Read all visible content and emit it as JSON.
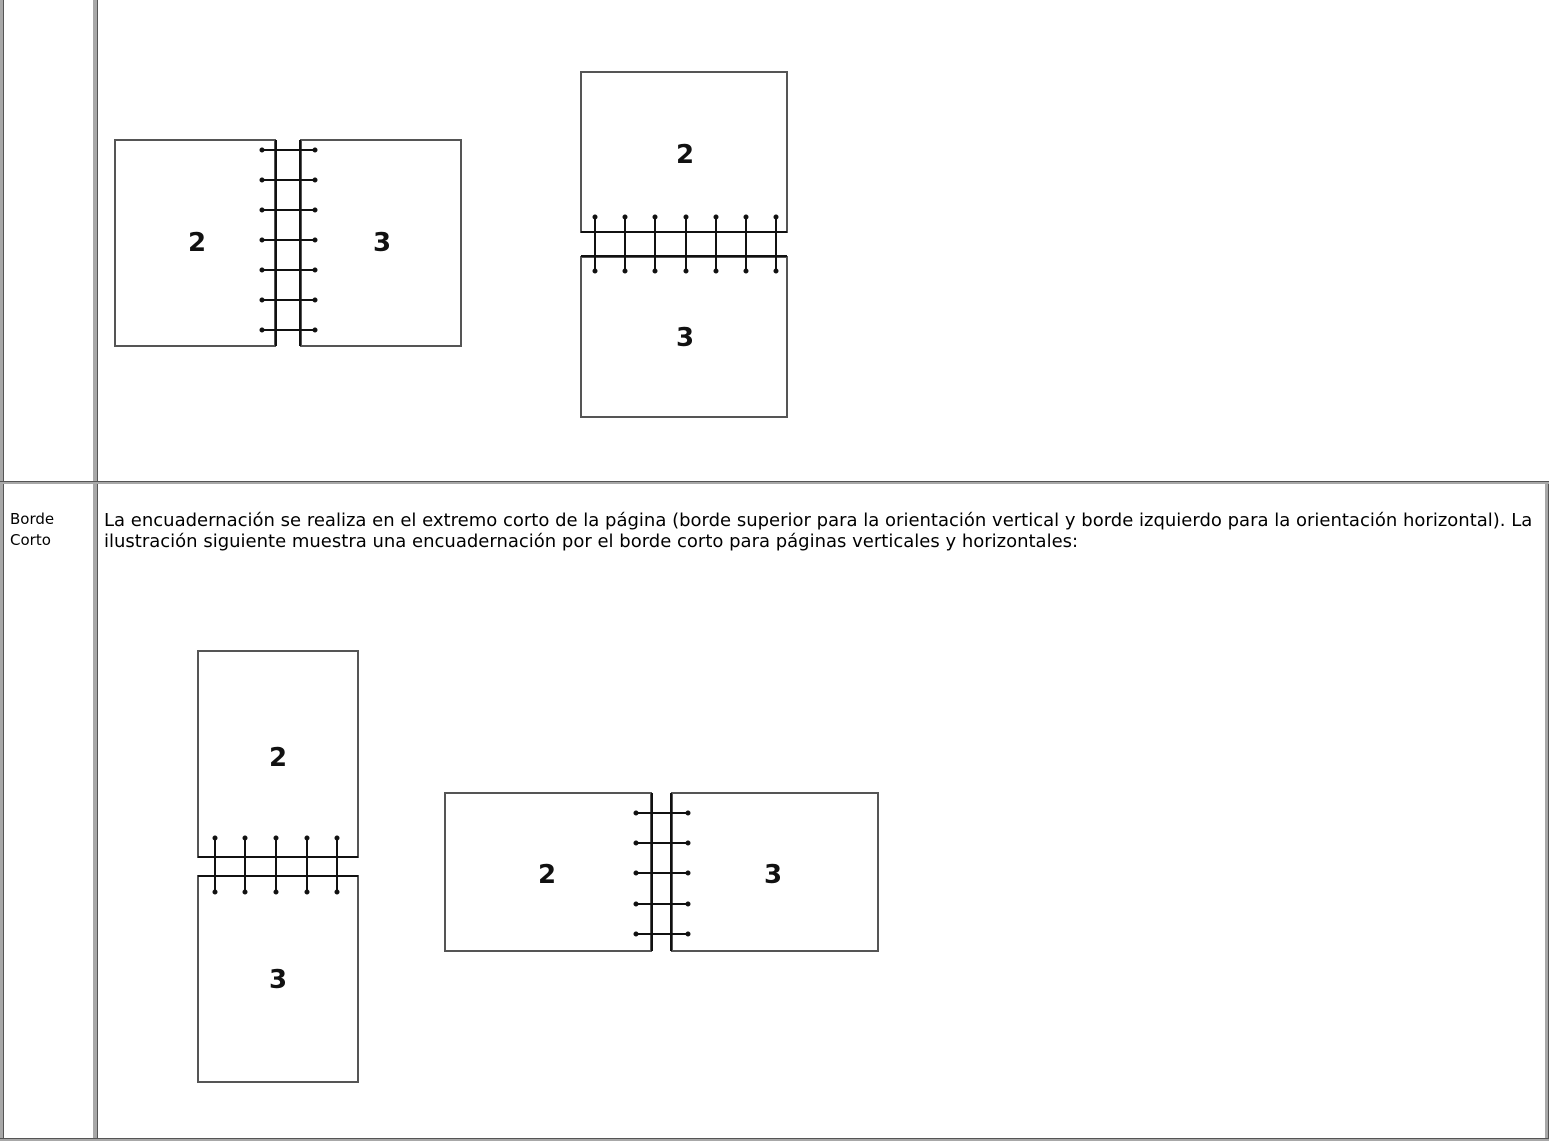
{
  "rows": [
    {
      "label": "",
      "description": "",
      "figures": [
        {
          "orientation": "horizontal-spread",
          "pages": [
            "2",
            "3"
          ]
        },
        {
          "orientation": "vertical-stack",
          "pages": [
            "2",
            "3"
          ]
        }
      ]
    },
    {
      "label_line1": "Borde",
      "label_line2": "Corto",
      "description": "La encuadernación se realiza en el extremo corto de la página (borde superior para la orientación vertical y borde izquierdo para la orientación horizontal). La ilustración siguiente muestra una encuadernación por el borde corto para páginas verticales y horizontales:",
      "figures": [
        {
          "orientation": "vertical-stack",
          "pages": [
            "2",
            "3"
          ]
        },
        {
          "orientation": "horizontal-spread",
          "pages": [
            "2",
            "3"
          ]
        }
      ]
    }
  ],
  "colors": {
    "border_dark": "#555555",
    "border_light": "#a8a8a8",
    "ink": "#111111"
  }
}
